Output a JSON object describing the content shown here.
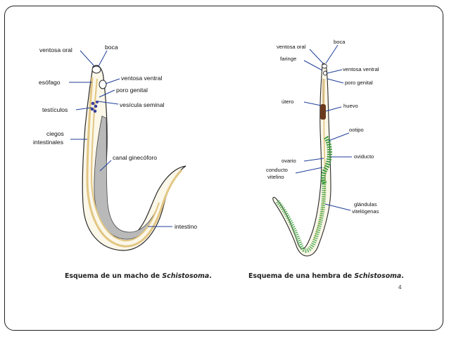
{
  "male": {
    "labels": {
      "oral_sucker": "ventosa oral",
      "mouth": "boca",
      "esophagus": "esófago",
      "ventral_sucker": "ventosa ventral",
      "genital_pore": "poro genital",
      "testes": "testículos",
      "seminal_vesicle": "vesícula seminal",
      "intestinal_caeca_line1": "ciegos",
      "intestinal_caeca_line2": "intestinales",
      "gynecophoric_canal": "canal ginecóforo",
      "intestine": "intestino"
    },
    "caption_prefix": "Esquema de un macho de ",
    "caption_genus": "Schistosoma",
    "caption_suffix": "."
  },
  "female": {
    "labels": {
      "oral_sucker": "ventosa oral",
      "mouth": "boca",
      "pharynx": "faringe",
      "ventral_sucker": "ventosa ventral",
      "genital_pore": "poro genital",
      "uterus": "útero",
      "egg": "huevo",
      "ootype": "ootipo",
      "ovary": "ovario",
      "oviduct": "oviducto",
      "vitelline_duct_line1": "conducto",
      "vitelline_duct_line2": "vitelino",
      "vitelline_glands_line1": "glándulas",
      "vitelline_glands_line2": "vitelógenas"
    },
    "caption_prefix": "Esquema de una hembra de ",
    "caption_genus": "Schistosoma",
    "caption_suffix": "."
  },
  "page_number": "4",
  "colors": {
    "worm_outline": "#2a2a2a",
    "worm_fill": "#fbf7e9",
    "gut": "#e2c683",
    "canal": "#b9b9b9",
    "gonads": "#3a3f9e",
    "egg": "#6b3a1e",
    "vitelline": "#5fb35f",
    "leader_lines": "#1f3f9a"
  }
}
